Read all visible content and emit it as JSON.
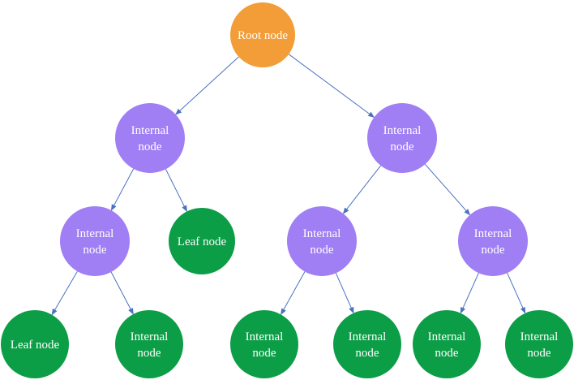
{
  "colors": {
    "root": "#f29d38",
    "internal": "#a07ef4",
    "leaf": "#0c9e47",
    "edge": "#4a72c0",
    "label": "#ffffff"
  },
  "nodes": [
    {
      "id": "n0",
      "kind": "root",
      "lines": [
        "Root node"
      ]
    },
    {
      "id": "n1",
      "kind": "internal",
      "lines": [
        "Internal",
        "node"
      ]
    },
    {
      "id": "n2",
      "kind": "internal",
      "lines": [
        "Internal",
        "node"
      ]
    },
    {
      "id": "n3",
      "kind": "internal",
      "lines": [
        "Internal",
        "node"
      ]
    },
    {
      "id": "n4",
      "kind": "leaf",
      "lines": [
        "Leaf node"
      ]
    },
    {
      "id": "n5",
      "kind": "internal",
      "lines": [
        "Internal",
        "node"
      ]
    },
    {
      "id": "n6",
      "kind": "internal",
      "lines": [
        "Internal",
        "node"
      ]
    },
    {
      "id": "n7",
      "kind": "leaf",
      "lines": [
        "Leaf node"
      ]
    },
    {
      "id": "n8",
      "kind": "leaf",
      "lines": [
        "Internal",
        "node"
      ]
    },
    {
      "id": "n9",
      "kind": "leaf",
      "lines": [
        "Internal",
        "node"
      ]
    },
    {
      "id": "n10",
      "kind": "leaf",
      "lines": [
        "Internal",
        "node"
      ]
    },
    {
      "id": "n11",
      "kind": "leaf",
      "lines": [
        "Internal",
        "node"
      ]
    },
    {
      "id": "n12",
      "kind": "leaf",
      "lines": [
        "Internal",
        "node"
      ]
    }
  ],
  "edges": [
    [
      "n0",
      "n1"
    ],
    [
      "n0",
      "n2"
    ],
    [
      "n1",
      "n3"
    ],
    [
      "n1",
      "n4"
    ],
    [
      "n2",
      "n5"
    ],
    [
      "n2",
      "n6"
    ],
    [
      "n3",
      "n7"
    ],
    [
      "n3",
      "n8"
    ],
    [
      "n5",
      "n9"
    ],
    [
      "n5",
      "n10"
    ],
    [
      "n6",
      "n11"
    ],
    [
      "n6",
      "n12"
    ]
  ]
}
